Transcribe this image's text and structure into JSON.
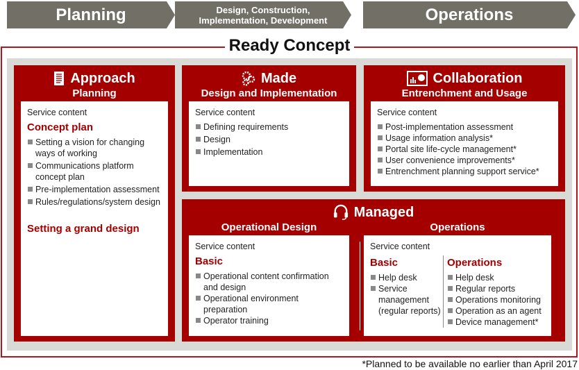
{
  "phases": [
    "Planning",
    "Design, Construction,\nImplementation, Development",
    "Operations"
  ],
  "title": "Ready Concept",
  "approach": {
    "title": "Approach",
    "subtitle": "Planning",
    "service": "Service content",
    "sub1": "Concept plan",
    "items": [
      "Setting a vision for changing ways of working",
      "Communications platform concept plan",
      "Pre-implementation assessment",
      "Rules/regulations/system design"
    ],
    "sub2": "Setting a grand design"
  },
  "made": {
    "title": "Made",
    "subtitle": "Design and Implementation",
    "service": "Service content",
    "items": [
      "Defining requirements",
      "Design",
      "Implementation"
    ]
  },
  "collab": {
    "title": "Collaboration",
    "subtitle": "Entrenchment and Usage",
    "service": "Service content",
    "items": [
      "Post-implementation assessment",
      "Usage information analysis*",
      "Portal site life-cycle management*",
      "User convenience improvements*",
      "Entrenchment planning support service*"
    ]
  },
  "managed": {
    "title": "Managed",
    "left": {
      "subtitle": "Operational Design",
      "service": "Service content",
      "sub": "Basic",
      "items": [
        "Operational content confirmation and design",
        "Operational environment preparation",
        "Operator training"
      ]
    },
    "right": {
      "subtitle": "Operations",
      "service": "Service content",
      "basic": {
        "sub": "Basic",
        "items": [
          "Help desk",
          "Service management (regular reports)"
        ]
      },
      "ops": {
        "sub": "Operations",
        "items": [
          "Help desk",
          "Regular reports",
          "Operations monitoring",
          "Operation as an agent",
          "Device management*"
        ]
      }
    }
  },
  "footnote": "*Planned to be available no earlier than April 2017"
}
